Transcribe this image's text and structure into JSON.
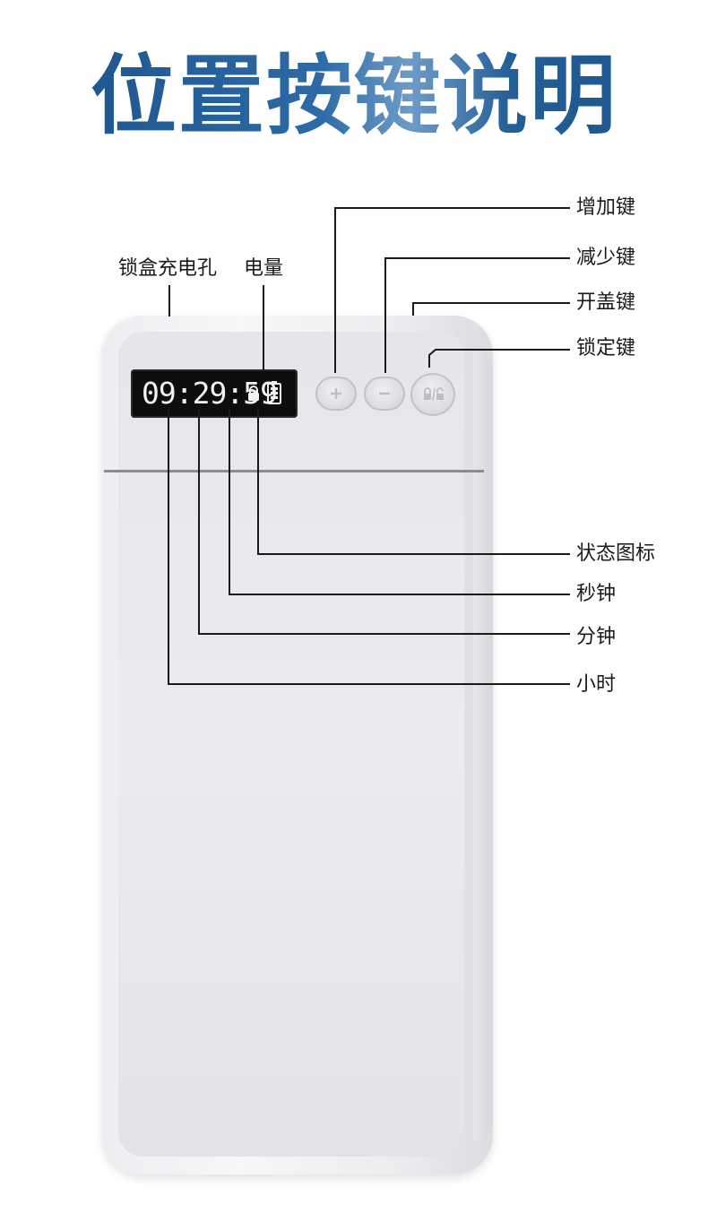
{
  "title": "位置按键说明",
  "display": {
    "time": "09:29:59",
    "icons": [
      "lock-icon",
      "battery-icon"
    ]
  },
  "buttons": {
    "plus_icon": "plus-icon",
    "minus_icon": "minus-icon",
    "lock_icon": "lock-unlock-icon"
  },
  "labels": {
    "charge_port": "锁盒充电孔",
    "battery": "电量",
    "increase_key": "增加键",
    "decrease_key": "减少键",
    "open_lid_key": "开盖键",
    "lock_key": "锁定键",
    "status_icon": "状态图标",
    "second": "秒钟",
    "minute": "分钟",
    "hour": "小时"
  },
  "colors": {
    "title": "#1e5a96",
    "lcd_background": "#0d0d0d",
    "lcd_text": "#f2f2f2",
    "leader_line": "#1a1a1a"
  }
}
